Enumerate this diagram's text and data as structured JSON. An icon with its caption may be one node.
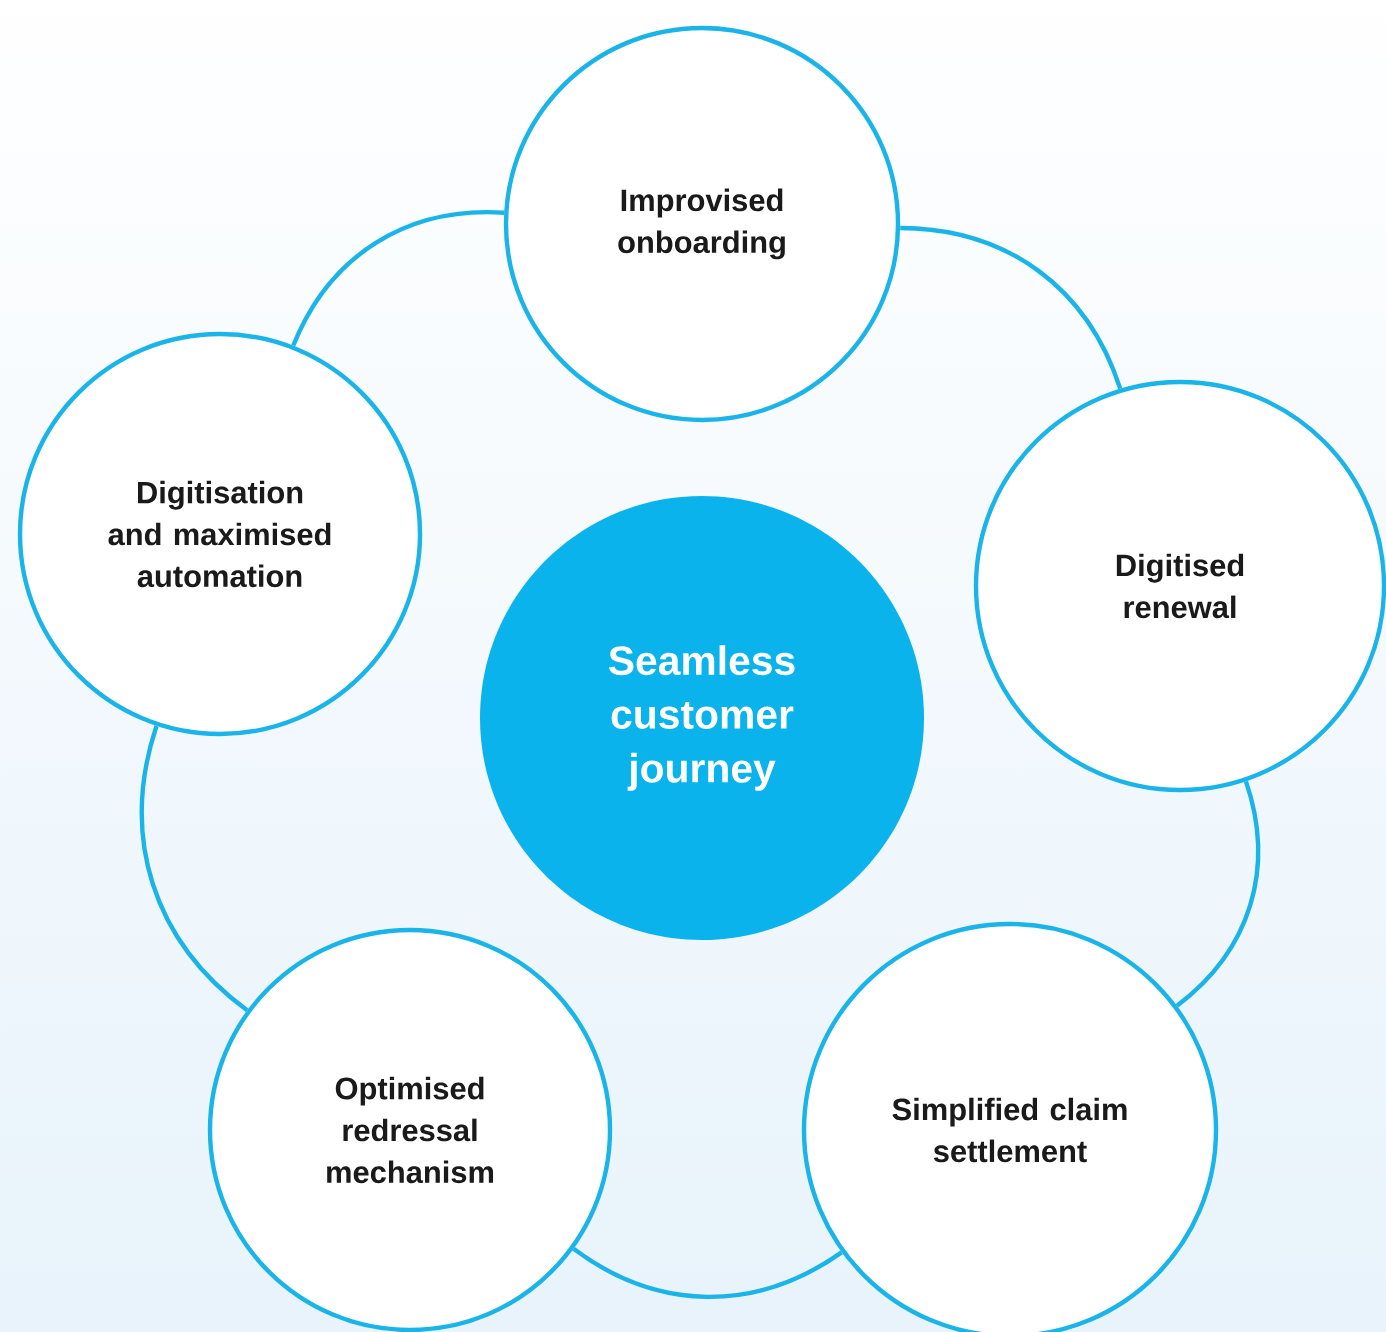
{
  "diagram": {
    "nodes": [
      {
        "text": [
          "Seamless customer journey"
        ]
      },
      {
        "text": [
          "Improvised onboarding"
        ]
      },
      {
        "text": [
          "Digitised renewal"
        ]
      },
      {
        "text": [
          "Simplified claim settlement"
        ]
      },
      {
        "text": [
          "Optimised redressal mechanism"
        ]
      },
      {
        "text": [
          "Digitisation and maximised automation"
        ]
      }
    ],
    "edges": [
      {
        "from": 1,
        "to": 2,
        "arrow": "none"
      },
      {
        "from": 2,
        "to": 3,
        "arrow": "none"
      },
      {
        "from": 3,
        "to": 4,
        "arrow": "none"
      },
      {
        "from": 4,
        "to": 5,
        "arrow": "none"
      },
      {
        "from": 5,
        "to": 1,
        "arrow": "none"
      }
    ]
  }
}
